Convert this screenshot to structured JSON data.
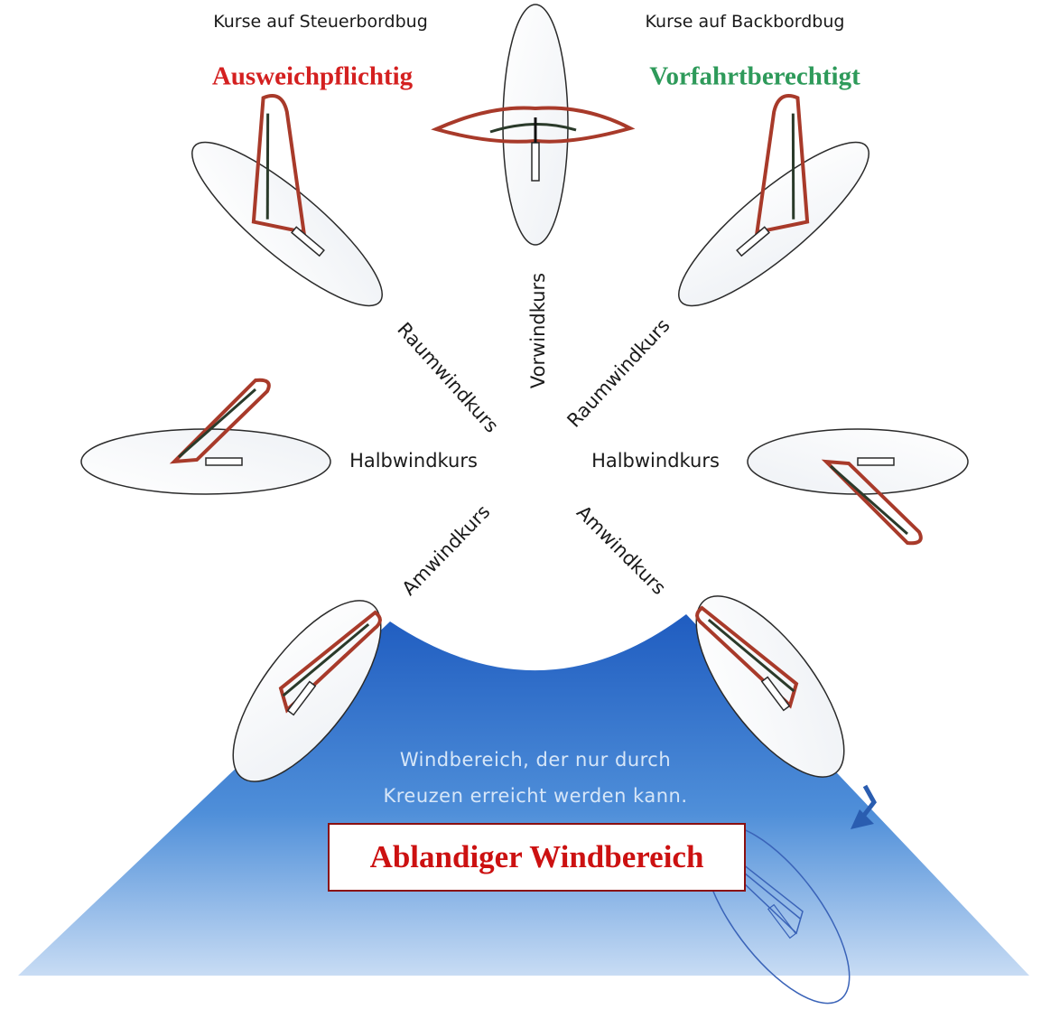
{
  "header": {
    "starboard_heading": "Kurse auf Steuerbordbug",
    "port_heading": "Kurse auf Backbordbug"
  },
  "status": {
    "give_way": "Ausweichpflichtig",
    "right_of_way": "Vorfahrtberechtigt"
  },
  "courses": {
    "run": "Vorwindkurs",
    "broad_reach_left": "Raumwindkurs",
    "broad_reach_right": "Raumwindkurs",
    "beam_reach_left": "Halbwindkurs",
    "beam_reach_right": "Halbwindkurs",
    "close_hauled_left": "Amwindkurs",
    "close_hauled_right": "Amwindkurs"
  },
  "wind_zone": {
    "note_line1": "Windbereich, der nur durch",
    "note_line2": "Kreuzen erreicht werden kann.",
    "title": "Ablandiger Windbereich"
  },
  "colors": {
    "give_way": "#d42020",
    "right_of_way": "#2e9a5a",
    "title_text": "#cc1111",
    "sail_outline": "#a83a2a",
    "boom": "#2a3a2a",
    "wind_blue": "#2f6fc8",
    "tack_arrow": "#2a5db0"
  }
}
